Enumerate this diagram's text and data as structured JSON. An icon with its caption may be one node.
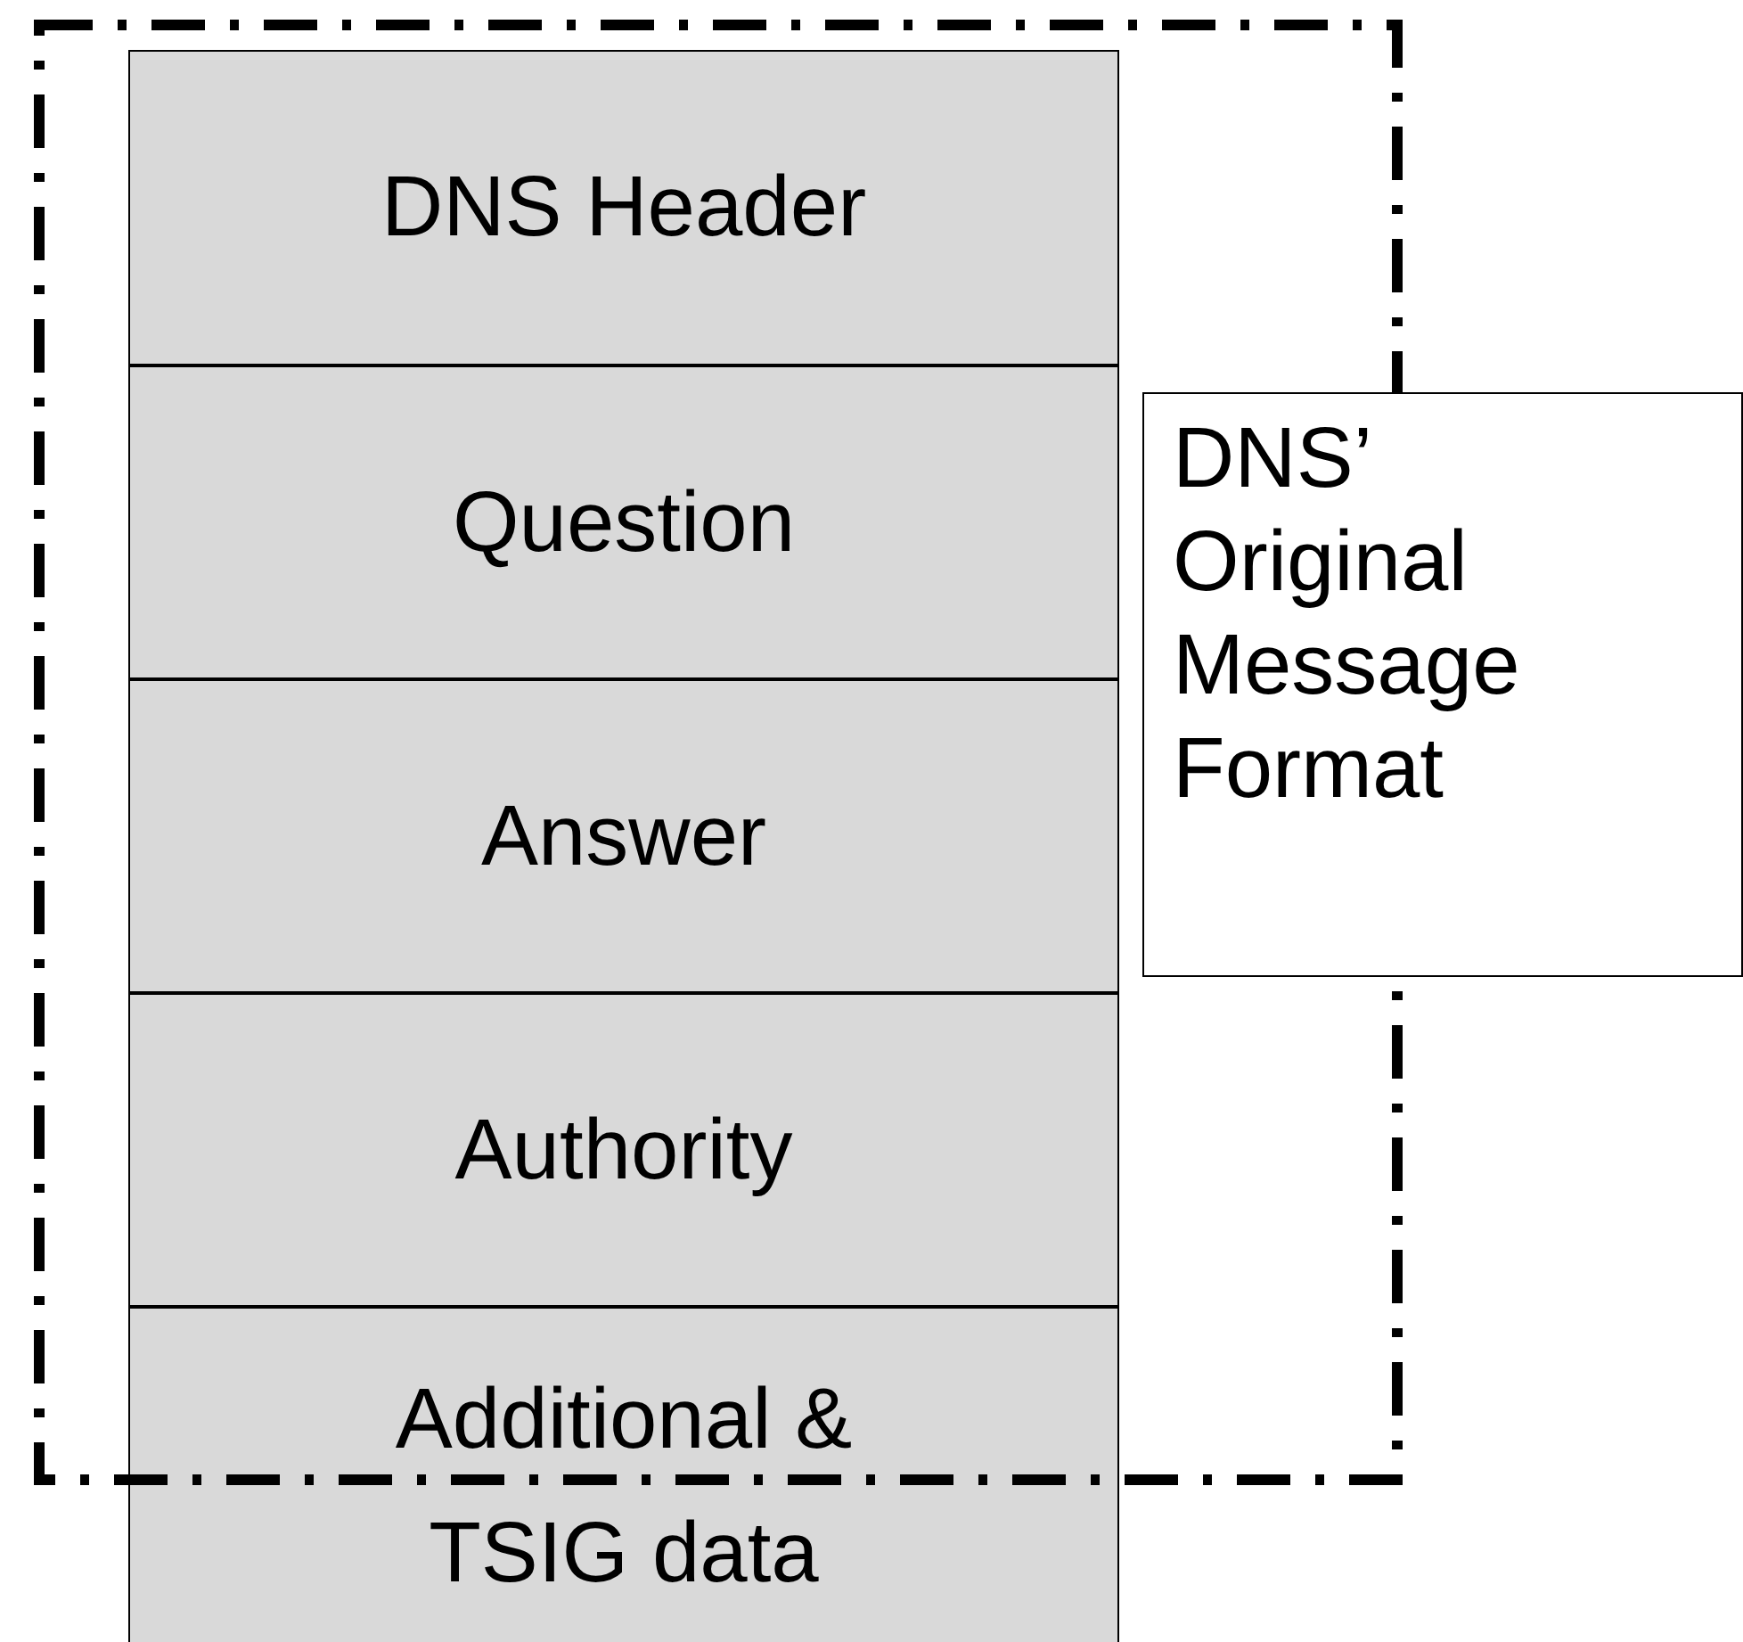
{
  "diagram": {
    "nodes": [
      {
        "text": [],
        "shape": "box"
      },
      {
        "text": [
          "DNS Header"
        ],
        "in": 0
      },
      {
        "text": [
          "Question"
        ],
        "in": 0
      },
      {
        "text": [
          "Answer"
        ],
        "in": 0
      },
      {
        "text": [
          "Authority"
        ],
        "in": 0
      },
      {
        "text": [
          "Additional & TSIG data"
        ]
      },
      {
        "text": [
          "DNS’ Original Message Format"
        ]
      }
    ]
  }
}
